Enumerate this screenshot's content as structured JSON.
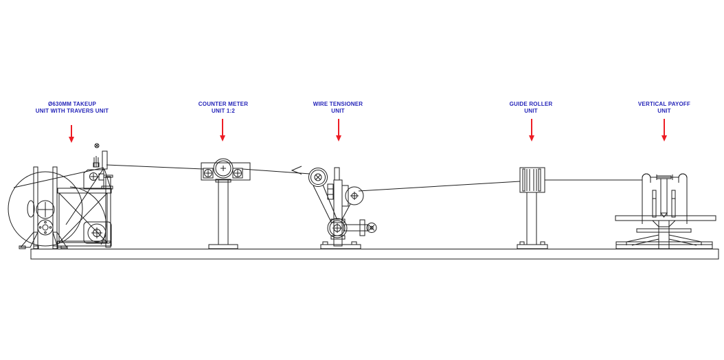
{
  "colors": {
    "label_blue": "#2323b8",
    "arrow_red": "#ed1c24",
    "line_dark": "#1c1c1c",
    "wire_gray": "#7a7a7a",
    "ground_hatch": "#3a3a3a",
    "background": "#ffffff"
  },
  "machines": [
    {
      "name": "takeup-unit",
      "label_line1": "Ø630MM TAKEUP",
      "label_line2": "UNIT WITH TRAVERS UNIT"
    },
    {
      "name": "counter-meter-unit",
      "label_line1": "COUNTER METER",
      "label_line2": "UNIT 1:2"
    },
    {
      "name": "wire-tensioner-unit",
      "label_line1": "WIRE TENSIONER",
      "label_line2": "UNIT"
    },
    {
      "name": "guide-roller-unit",
      "label_line1": "GUIDE ROLLER",
      "label_line2": "UNIT"
    },
    {
      "name": "vertical-payoff-unit",
      "label_line1": "VERTICAL PAYOFF",
      "label_line2": "UNIT"
    }
  ]
}
